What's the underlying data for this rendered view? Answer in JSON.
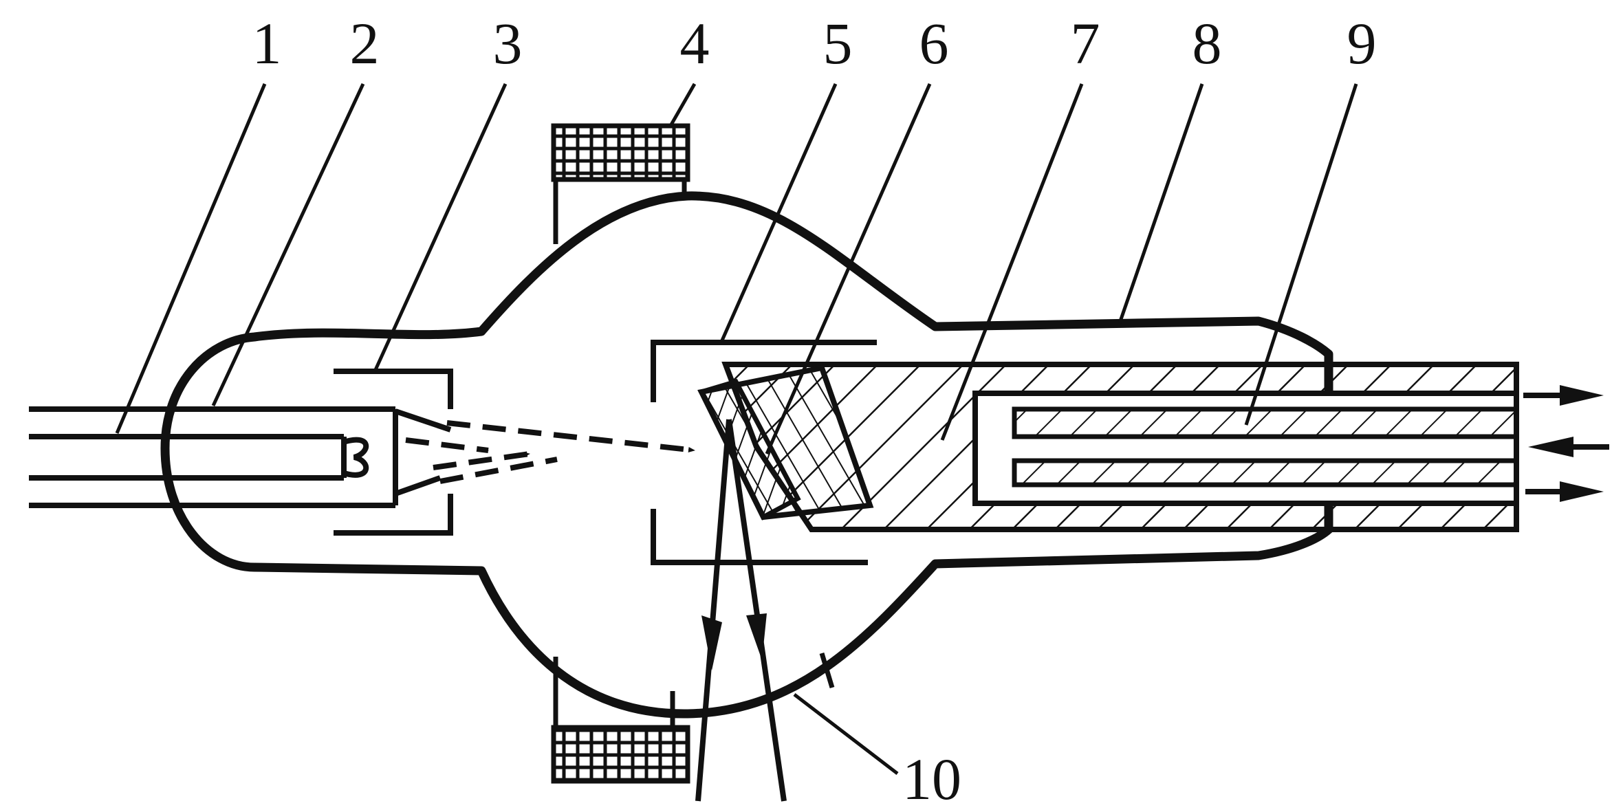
{
  "diagram": {
    "labels": [
      "1",
      "2",
      "3",
      "4",
      "5",
      "6",
      "7",
      "8",
      "9",
      "10"
    ],
    "colors": {
      "stroke": "#111111",
      "background": "#ffffff"
    },
    "icons": {
      "coolant_flow": [
        "arrow-right-icon",
        "arrow-left-icon",
        "arrow-right-icon"
      ],
      "electron_beam": "dashed-arrow-icon",
      "xray_beams": "arrow-down-icon"
    }
  }
}
